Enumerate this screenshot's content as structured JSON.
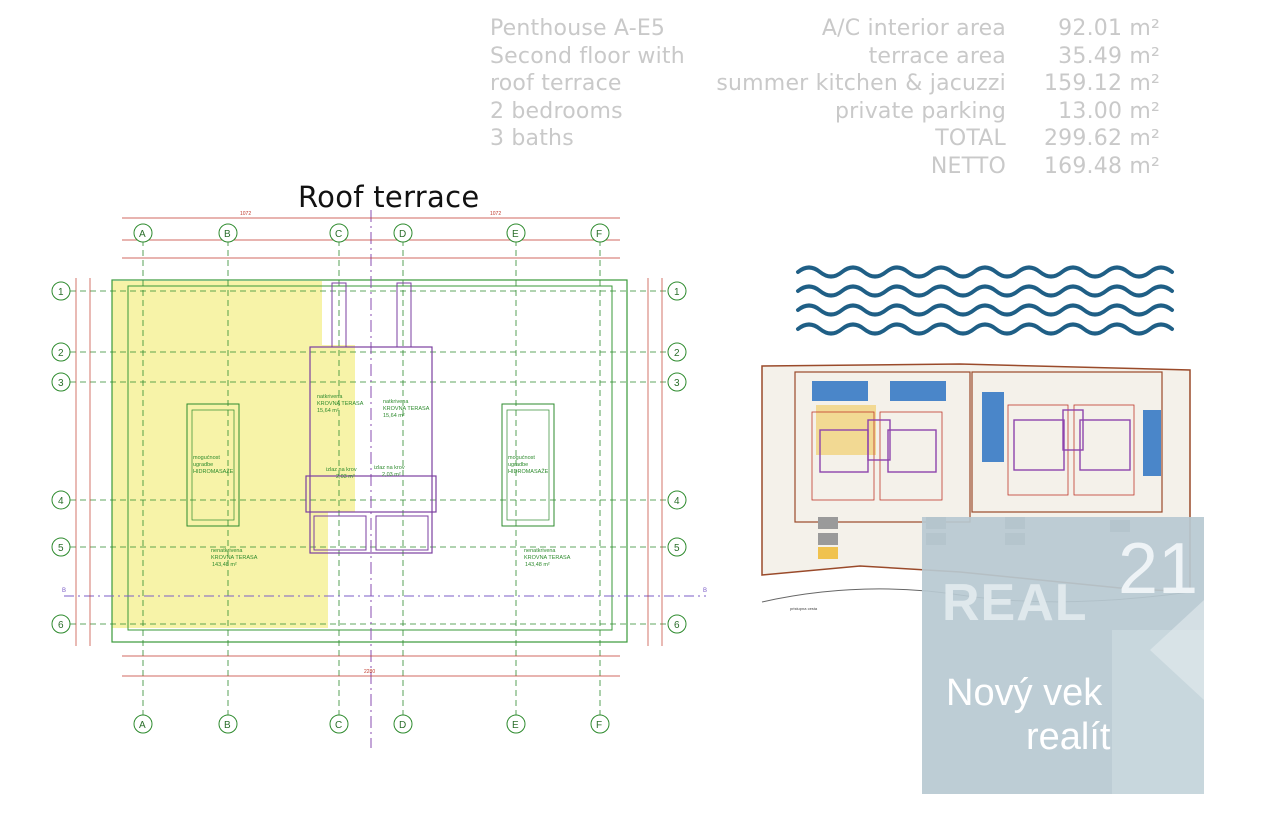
{
  "unit": {
    "name": "Penthouse A-E5",
    "floor_line1": "Second floor with",
    "floor_line2": "roof terrace",
    "bedrooms": "2 bedrooms",
    "baths": "3 baths"
  },
  "areas": [
    {
      "label": "A/C interior area",
      "value": "92.01 m²"
    },
    {
      "label": "terrace area",
      "value": "35.49 m²"
    },
    {
      "label": "summer kitchen & jacuzzi",
      "value": "159.12 m²"
    },
    {
      "label": "private parking",
      "value": "13.00 m²"
    },
    {
      "label": "TOTAL",
      "value": "299.62 m²"
    },
    {
      "label": "NETTO",
      "value": "169.48 m²"
    }
  ],
  "plan": {
    "title": "Roof terrace",
    "columns": [
      "A",
      "B",
      "C",
      "D",
      "E",
      "F"
    ],
    "rows": [
      "1",
      "2",
      "3",
      "4",
      "5",
      "6"
    ],
    "labels": {
      "covered_left_1": "natkrivena",
      "covered_left_2": "KROVNA TERASA",
      "covered_left_3": "15,64 m²",
      "covered_right_1": "natkrivena",
      "covered_right_2": "KROVNA TERASA",
      "covered_right_3": "15,64 m²",
      "hydro_left_1": "mogućnost",
      "hydro_left_2": "ugradbe",
      "hydro_left_3": "HIDROMASAŽE",
      "hydro_right_1": "mogućnost",
      "hydro_right_2": "ugradbe",
      "hydro_right_3": "HIDROMASAŽE",
      "exit_left_1": "izlaz na krov",
      "exit_left_2": "2,03 m²",
      "exit_right_1": "izlaz na krov",
      "exit_right_2": "2,03 m²",
      "open_left_1": "nenatkrivena",
      "open_left_2": "KROVNA TERASA",
      "open_left_3": "143,48 m²",
      "open_right_1": "nenatkrivena",
      "open_right_2": "KROVNA TERASA",
      "open_right_3": "143,48 m²",
      "section_mark": "B"
    },
    "dimensions": {
      "top_left": "1072",
      "top_right": "1072",
      "bottom_total": "2280"
    },
    "highlight_color": "#f7f3a8",
    "line_color": "#2e8b2e"
  },
  "site_plan": {
    "sea_color": "#1f5f86",
    "road_label": "pristupna cesta"
  },
  "logo": {
    "brand": "REAL",
    "brand_number": "21",
    "tagline_1": "Nový vek",
    "tagline_2": "realít",
    "box_color": "#b7c9d1"
  }
}
